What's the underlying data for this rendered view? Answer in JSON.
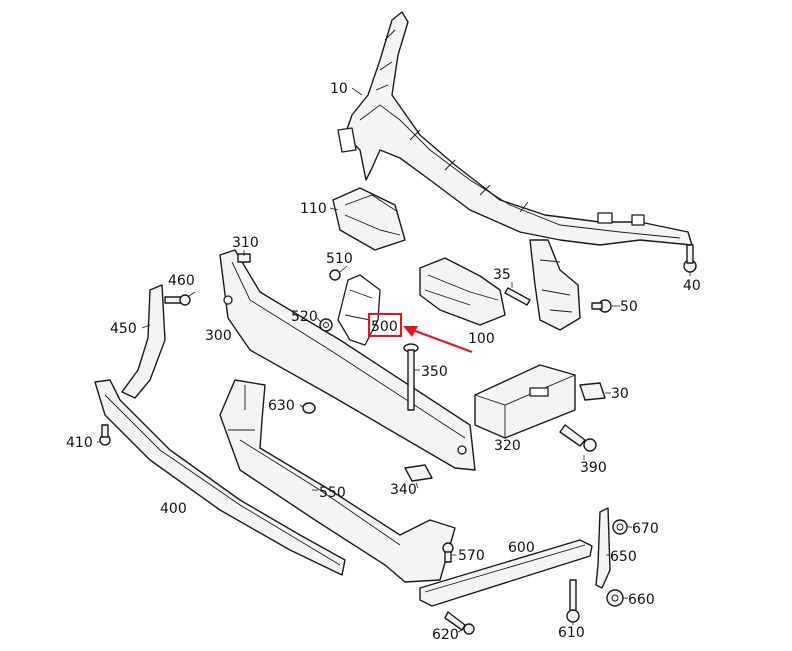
{
  "diagram": {
    "labels": [
      "10",
      "110",
      "310",
      "510",
      "35",
      "50",
      "40",
      "460",
      "450",
      "300",
      "520",
      "500",
      "100",
      "350",
      "30",
      "630",
      "320",
      "390",
      "410",
      "550",
      "340",
      "400",
      "670",
      "650",
      "570",
      "600",
      "660",
      "620",
      "610"
    ],
    "highlight": {
      "label": "500",
      "box_color": "#e8141b",
      "arrow_color": "#e8141b"
    }
  }
}
